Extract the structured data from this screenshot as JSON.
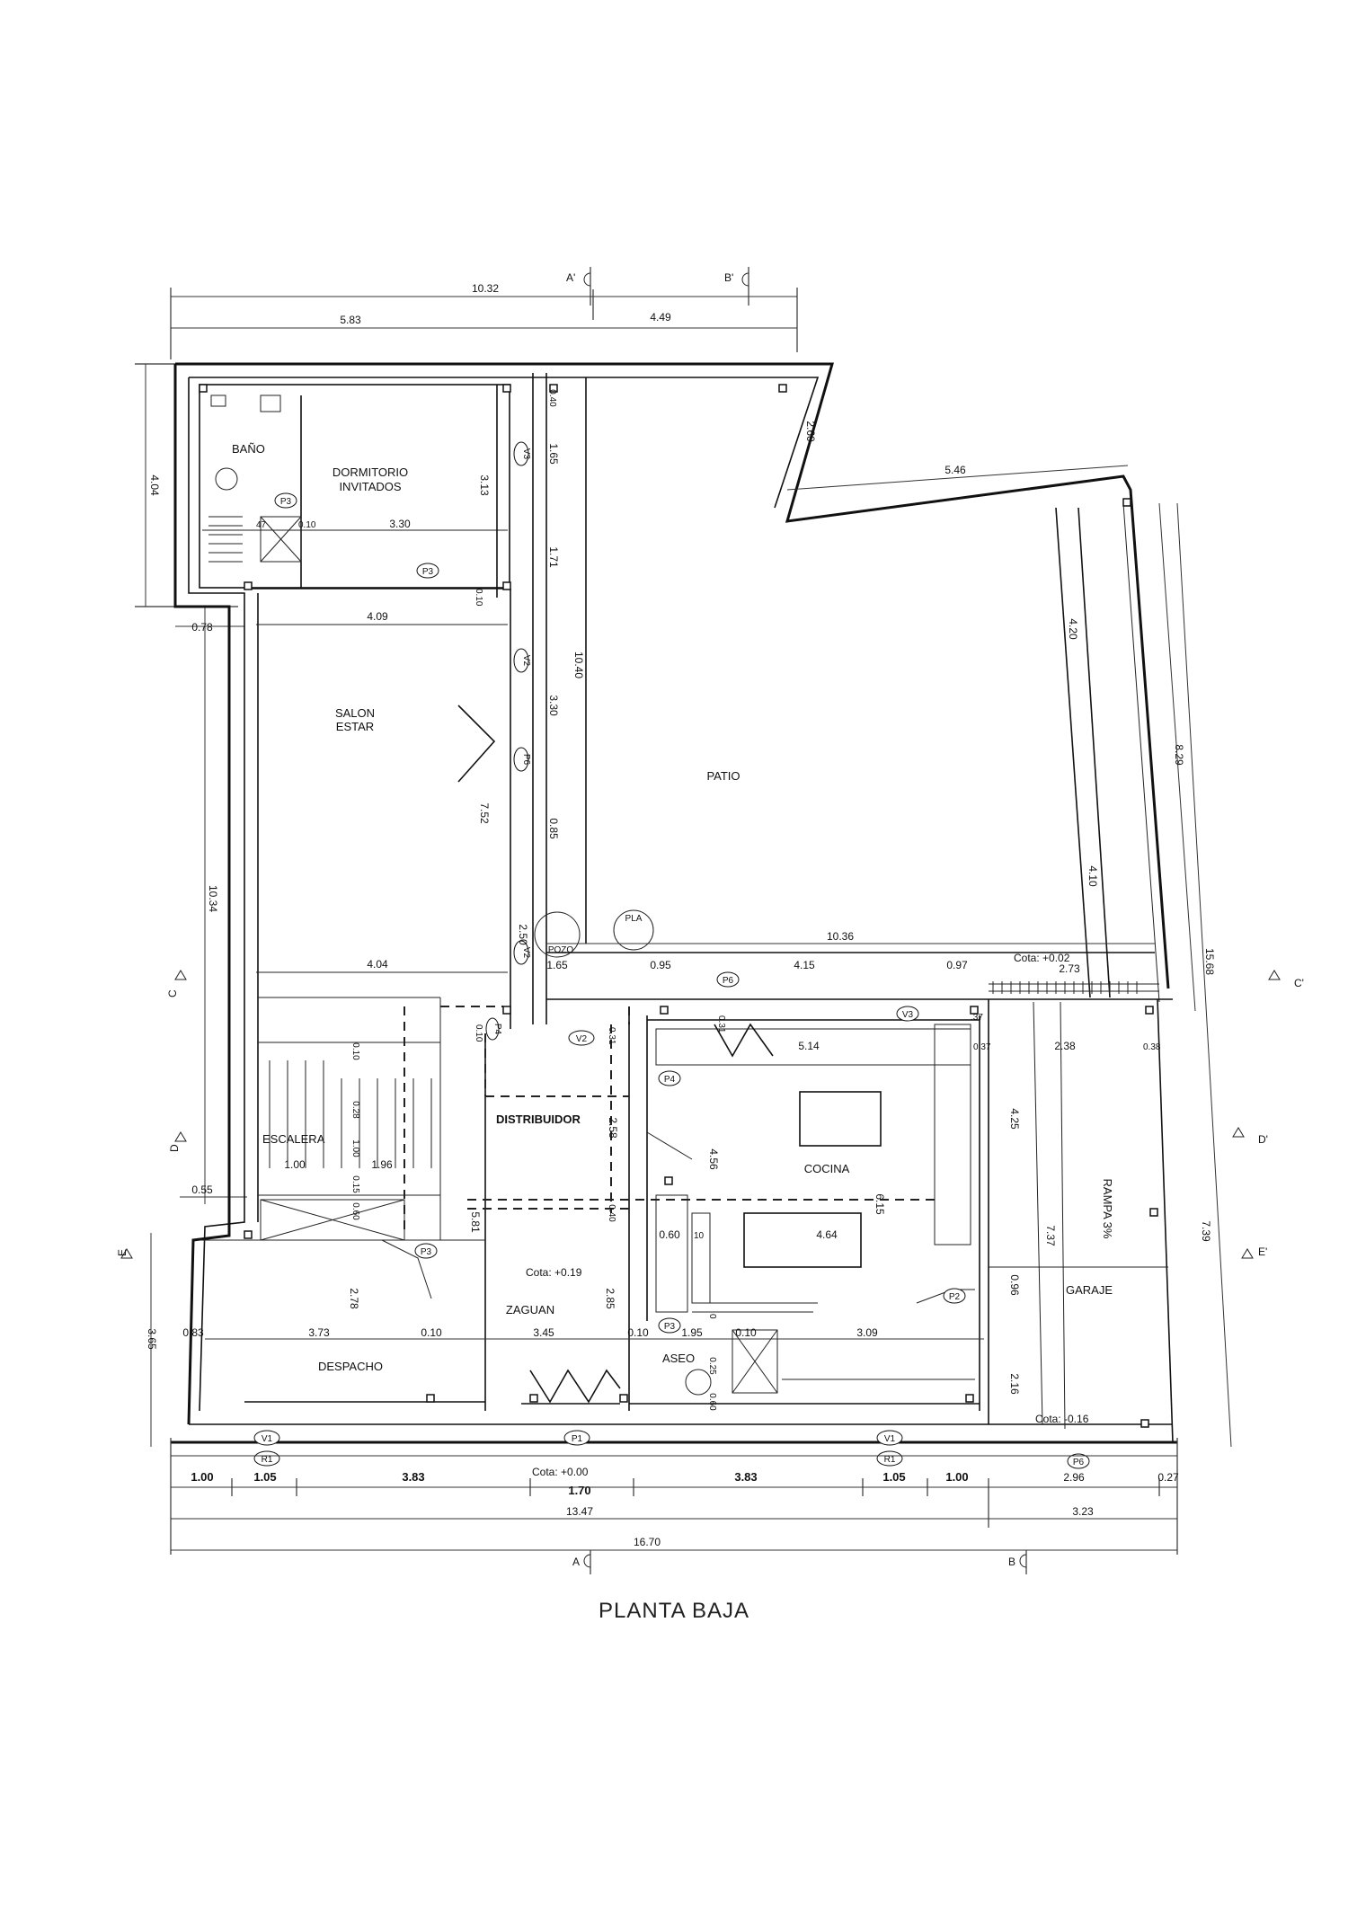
{
  "title": "PLANTA BAJA",
  "rooms": {
    "bano": "BAÑO",
    "dormitorio_1": "DORMITORIO",
    "dormitorio_2": "INVITADOS",
    "salon_1": "SALON",
    "salon_2": "ESTAR",
    "patio": "PATIO",
    "escalera": "ESCALERA",
    "distribuidor": "DISTRIBUIDOR",
    "cocina": "COCINA",
    "zaguan": "ZAGUAN",
    "despacho": "DESPACHO",
    "aseo": "ASEO",
    "garaje": "GARAJE",
    "rampa": "RAMPA 3%",
    "pozo": "POZO",
    "pla": "PLA"
  },
  "levels": {
    "patio": "Cota: +0.02",
    "zaguan": "Cota: +0.19",
    "street": "Cota: +0.00",
    "garaje": "Cota: -0.16"
  },
  "section_marks": {
    "a_top": "A'",
    "b_top": "B'",
    "a_bottom": "A",
    "b_bottom": "B",
    "c_left": "C",
    "c_right": "C'",
    "d_left": "D",
    "d_right": "D'",
    "e_left": "E",
    "e_right": "E'"
  },
  "tags": {
    "v1": "V1",
    "v2": "V2",
    "v3": "V3",
    "r1": "R1",
    "p1": "P1",
    "p3": "P3",
    "p4": "P4",
    "p6": "P6"
  },
  "dims": {
    "top_total": "10.32",
    "top_left": "5.83",
    "top_right": "4.49",
    "left_upper": "4.04",
    "left_078": "0.78",
    "left_main": "10.34",
    "left_055": "0.55",
    "left_365": "3.65",
    "upper_v_260": "2.60",
    "diag_546": "5.46",
    "right_420": "4.20",
    "right_410": "4.10",
    "right_829": "8.29",
    "right_1568": "15.68",
    "right_739": "7.39",
    "dorm_width": "3.30",
    "dorm_height": "3.13",
    "n047": "47",
    "n010_a": "0.10",
    "n010_b": "0.10",
    "salon_width": "4.09",
    "salon_height": "7.52",
    "v_165": "1.65",
    "v_171": "1.71",
    "v_330": "3.30",
    "v_085": "0.85",
    "v_250": "2.50",
    "v_1040": "10.40",
    "v_040": "0.40",
    "estar_bottom": "4.04",
    "pozo_165": "1.65",
    "pla_095": "0.95",
    "patio_1036": "10.36",
    "patio_415": "4.15",
    "patio_097": "0.97",
    "patio_273": "2.73",
    "coc_514": "5.14",
    "coc_037a": "0.37",
    "coc_238": "2.38",
    "coc_038": "0.38",
    "coc_037b": ".37",
    "esc_100a": "1.00",
    "esc_196": "1.96",
    "esc_100b": "1.00",
    "esc_028": "0.28",
    "esc_015": "0.15",
    "esc_060": "0.60",
    "esc_010": "0.10",
    "dist_258": "2.58",
    "dist_581": "5.81",
    "dist_040": "0.40",
    "coc_456": "4.56",
    "coc_060": "0.60",
    "coc_010": "10",
    "coc_464": "4.64",
    "coc_615": "6.15",
    "gar_425": "4.25",
    "gar_737": "7.37",
    "gar_096": "0.96",
    "gar_216": "2.16",
    "desp_083": "0.83",
    "desp_373": "3.73",
    "desp_278": "2.78",
    "desp_010": "0.10",
    "zag_345": "3.45",
    "zag_285": "2.85",
    "zag_010": "0.10",
    "aseo_195": "1.95",
    "aseo_010": "0.10",
    "aseo_030": "0",
    "coc_309": "3.09",
    "aseo_060": "0.60",
    "aseo_025": "0.25",
    "p_031": "0.31",
    "p_031b": "0.31",
    "esc_010b": "0.10",
    "bot_100a": "1.00",
    "bot_105a": "1.05",
    "bot_383a": "3.83",
    "bot_170": "1.70",
    "bot_383b": "3.83",
    "bot_105b": "1.05",
    "bot_100b": "1.00",
    "bot_296": "2.96",
    "bot_027": "0.27",
    "bot_1347": "13.47",
    "bot_323": "3.23",
    "bot_1670": "16.70"
  }
}
